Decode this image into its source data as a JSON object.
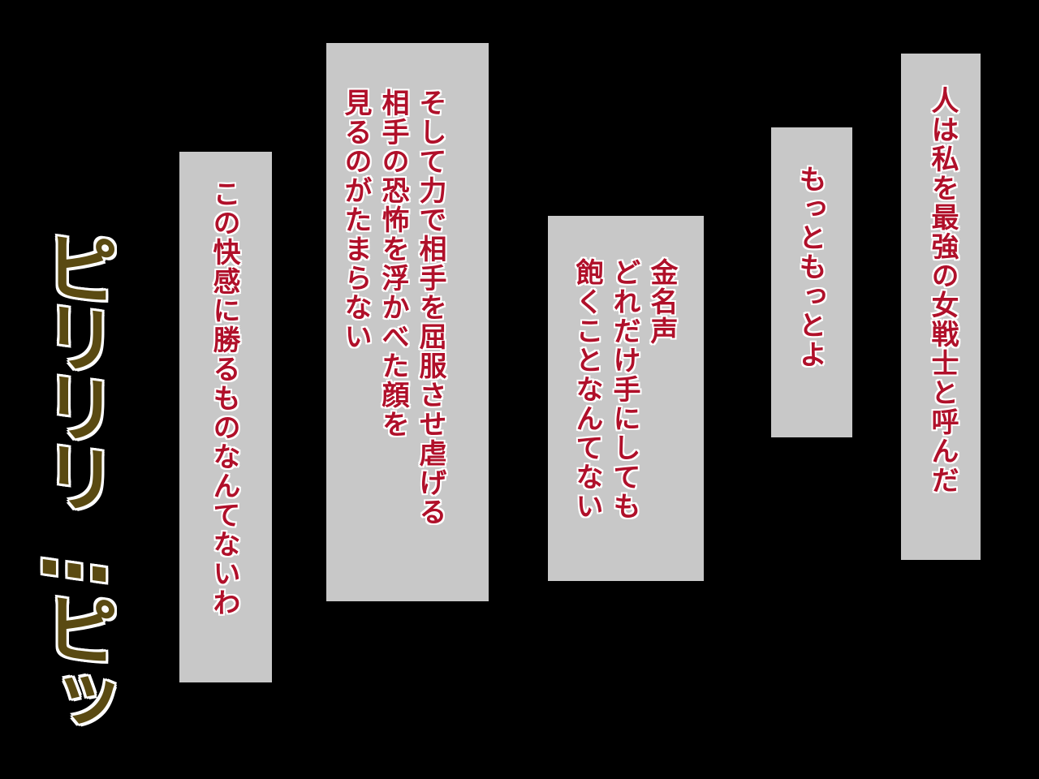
{
  "colors": {
    "background": "#000000",
    "panel": "#c8c8c8",
    "dialogue_text": "#b0102a",
    "text_outline": "#ffffff",
    "sfx_fill": "#5a4a12"
  },
  "dialogue": {
    "box1": "人は私を最強の女戦士と呼んだ",
    "box2": "もっともっとよ",
    "box3": "金名声\nどれだけ手にしても\n飽くことなんてない",
    "box4": "そして力で相手を屈服させ虐げる\n相手の恐怖を浮かべた顔を\n見るのがたまらない",
    "box5": "この快感に勝るものなんてないわ"
  },
  "sfx": {
    "text": "ピリリリ…ピッ"
  }
}
